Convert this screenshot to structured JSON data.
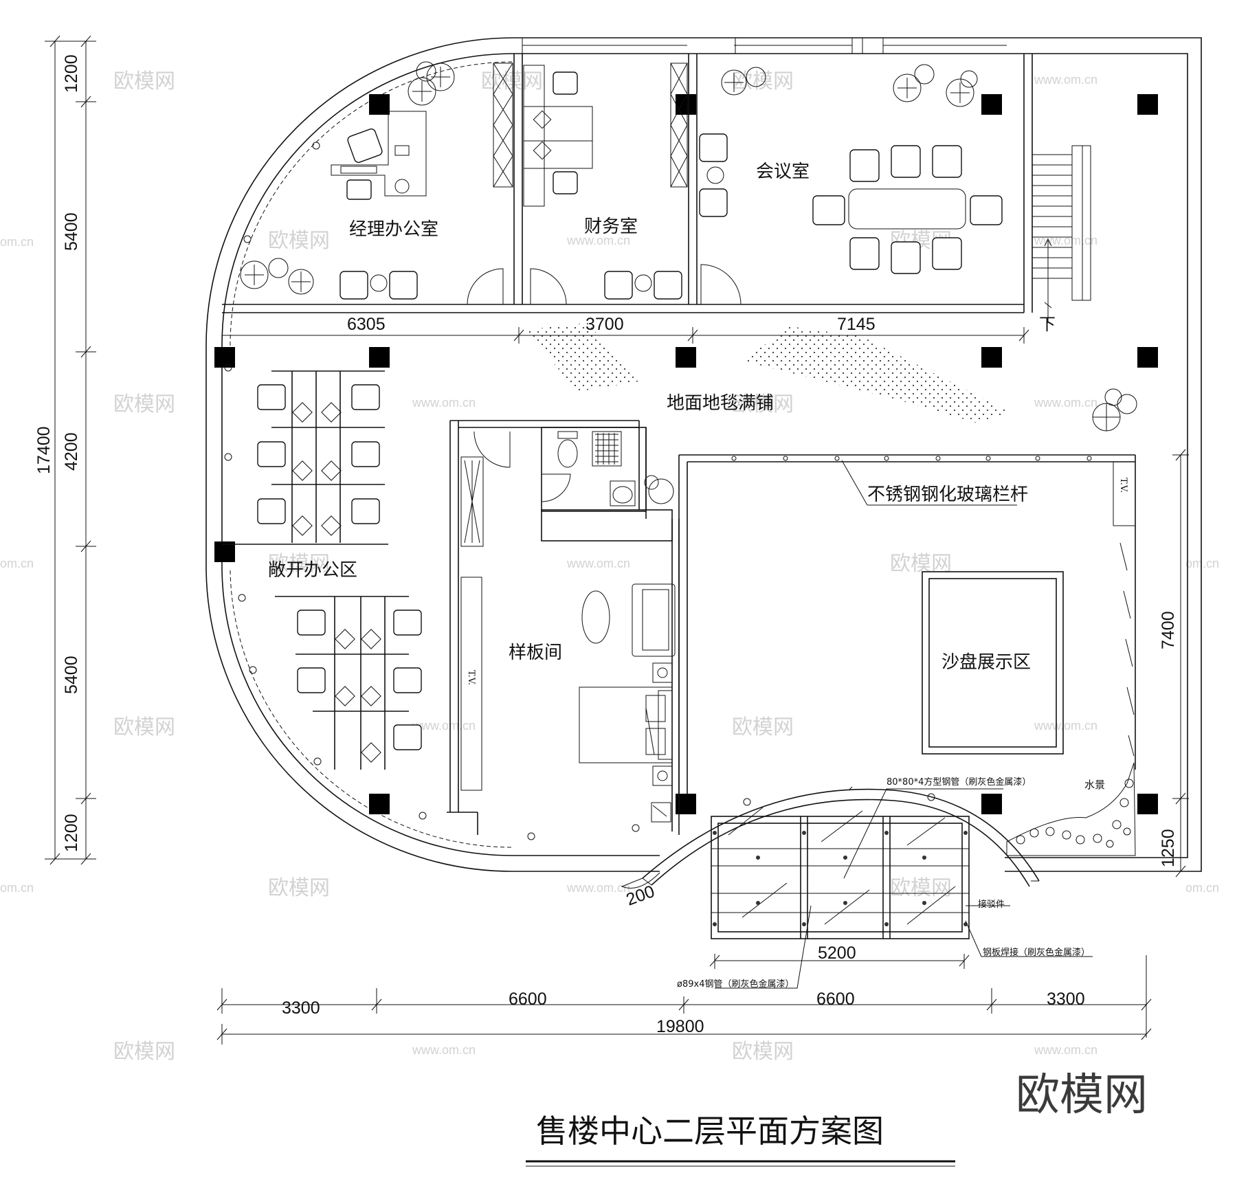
{
  "rooms": {
    "manager_office": "经理办公室",
    "finance_room": "财务室",
    "meeting_room": "会议室",
    "carpet_note": "地面地毯满铺",
    "railing_note": "不锈钢钢化玻璃栏杆",
    "open_office": "敞开办公区",
    "model_room": "样板间",
    "sand_table": "沙盘展示区",
    "water_feature": "水景",
    "stair_down": "下",
    "tv_label": "T.V."
  },
  "dimensions": {
    "left": [
      "1200",
      "5400",
      "4200",
      "5400",
      "1200"
    ],
    "left_total": "17400",
    "top_row": [
      "6305",
      "3700",
      "7145"
    ],
    "right": [
      "7400",
      "1250"
    ],
    "bottom": [
      "3300",
      "6600",
      "6600",
      "3300"
    ],
    "bottom_total": "19800",
    "canopy_width": "5200",
    "radius": "200"
  },
  "notes": {
    "steel_tube": "80*80*4方型钢管（刷灰色金属漆）",
    "connector": "接驳件",
    "steel_plate": "钢板焊接（刷灰色金属漆）",
    "round_tube": "ø89x4钢管（刷灰色金属漆）"
  },
  "title": "售楼中心二层平面方案图",
  "brand": "欧模网",
  "watermark": {
    "brand": "欧模网",
    "url": "www.om.cn",
    "partial": "om.cn"
  }
}
